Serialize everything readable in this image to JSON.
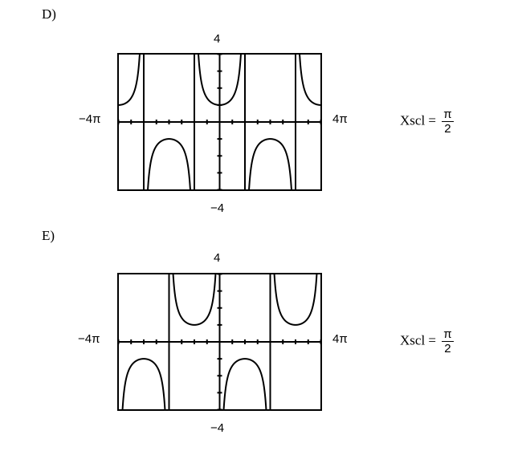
{
  "chart_data": [
    {
      "type": "line",
      "option_label": "D)",
      "function": "sec(x/2)",
      "xlim": [
        "-4π",
        "4π"
      ],
      "ylim": [
        -4,
        4
      ],
      "xlim_numeric": [
        -12.566,
        12.566
      ],
      "ylim_numeric": [
        -4,
        4
      ],
      "x_min_label": "−4π",
      "x_max_label": "4π",
      "y_max_label": "4",
      "y_min_label": "−4",
      "xscl_label": "Xscl =",
      "xscl_num": "π",
      "xscl_den": "2",
      "xscl": 1.5708,
      "asymptotes": [
        -9.4248,
        -3.1416,
        3.1416,
        9.4248
      ],
      "grid": false
    },
    {
      "type": "line",
      "option_label": "E)",
      "function": "-csc(x/2)",
      "xlim": [
        "-4π",
        "4π"
      ],
      "ylim": [
        -4,
        4
      ],
      "xlim_numeric": [
        -12.566,
        12.566
      ],
      "ylim_numeric": [
        -4,
        4
      ],
      "x_min_label": "−4π",
      "x_max_label": "4π",
      "y_max_label": "4",
      "y_min_label": "−4",
      "xscl_label": "Xscl =",
      "xscl_num": "π",
      "xscl_den": "2",
      "xscl": 1.5708,
      "asymptotes": [
        -12.566,
        -6.2832,
        0,
        6.2832,
        12.566
      ],
      "grid": false
    }
  ]
}
